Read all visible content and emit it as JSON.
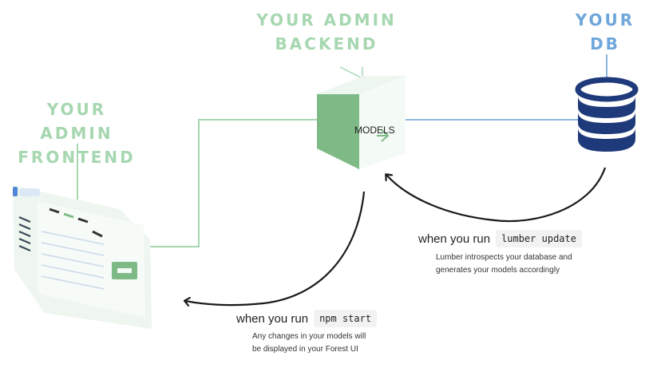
{
  "titles": {
    "backend_line1": "YOUR ADMIN",
    "backend_line2": "BACKEND",
    "frontend_line1": "YOUR ADMIN",
    "frontend_line2": "FRONTEND",
    "db_line1": "YOUR",
    "db_line2": "DB"
  },
  "models_label": "MODELS",
  "lumber": {
    "prefix": "when you run",
    "command": "lumber update",
    "note_line1": "Lumber introspects your database and",
    "note_line2": "generates your models accordingly"
  },
  "npm": {
    "prefix": "when you run",
    "command": "npm start",
    "note_line1": "Any changes in your models will",
    "note_line2": "be displayed in your Forest UI"
  },
  "colors": {
    "green": "#a6d7b0",
    "green_dark": "#7dba86",
    "blue": "#6fa6db",
    "db_navy": "#1f3a7a",
    "arrow": "#1a1a1a"
  }
}
